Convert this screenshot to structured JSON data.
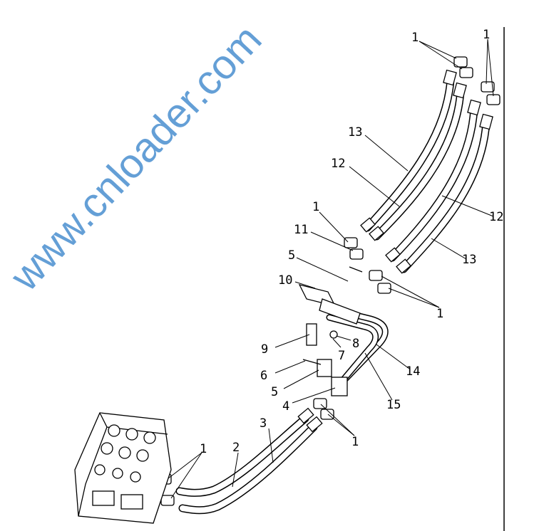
{
  "diagram": {
    "watermark": "www.cnloader.com",
    "callouts": [
      {
        "label": "1"
      },
      {
        "label": "1"
      },
      {
        "label": "13"
      },
      {
        "label": "12"
      },
      {
        "label": "12"
      },
      {
        "label": "13"
      },
      {
        "label": "1"
      },
      {
        "label": "11"
      },
      {
        "label": "5"
      },
      {
        "label": "10"
      },
      {
        "label": "1"
      },
      {
        "label": "9"
      },
      {
        "label": "8"
      },
      {
        "label": "7"
      },
      {
        "label": "6"
      },
      {
        "label": "5"
      },
      {
        "label": "14"
      },
      {
        "label": "4"
      },
      {
        "label": "15"
      },
      {
        "label": "3"
      },
      {
        "label": "2"
      },
      {
        "label": "1"
      },
      {
        "label": "1"
      }
    ]
  }
}
